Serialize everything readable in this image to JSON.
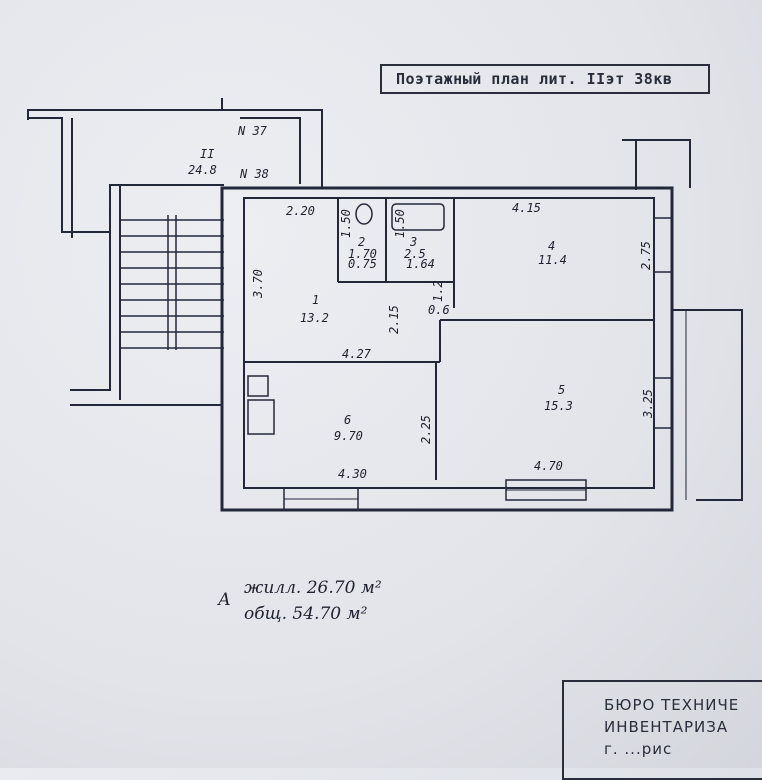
{
  "header": {
    "title": "Поэтажный план лит. IIэт 38кв"
  },
  "rooms": [
    {
      "num": "II",
      "area": "24.8"
    },
    {
      "num": "1",
      "area": "13.2"
    },
    {
      "num": "2",
      "area": "1.70"
    },
    {
      "num": "3",
      "area": "2.5"
    },
    {
      "num": "4",
      "area": "11.4"
    },
    {
      "num": "5",
      "area": "15.3"
    },
    {
      "num": "6",
      "area": "9.70"
    }
  ],
  "apartments": {
    "a37": "N 37",
    "a38": "N 38"
  },
  "dims": {
    "d220": "2.20",
    "d150": "1.50",
    "d075": "0.75",
    "d164": "1.64",
    "d415": "4.15",
    "d275": "2.75",
    "d370": "3.70",
    "d215": "2.15",
    "d12": "1.2",
    "d06": "0.6",
    "d427": "4.27",
    "d325": "3.25",
    "d225": "2.25",
    "d430": "4.30",
    "d470": "4.70",
    "d150b": "1.50"
  },
  "totals": {
    "living": "жилл. 26.70 м²",
    "total": "общ. 54.70 м²",
    "prefix": "А"
  },
  "bureau": {
    "line1": "БЮРО ТЕХНИЧЕ",
    "line2": "ИНВЕНТАРИЗА",
    "line3": "г. ...рис"
  }
}
